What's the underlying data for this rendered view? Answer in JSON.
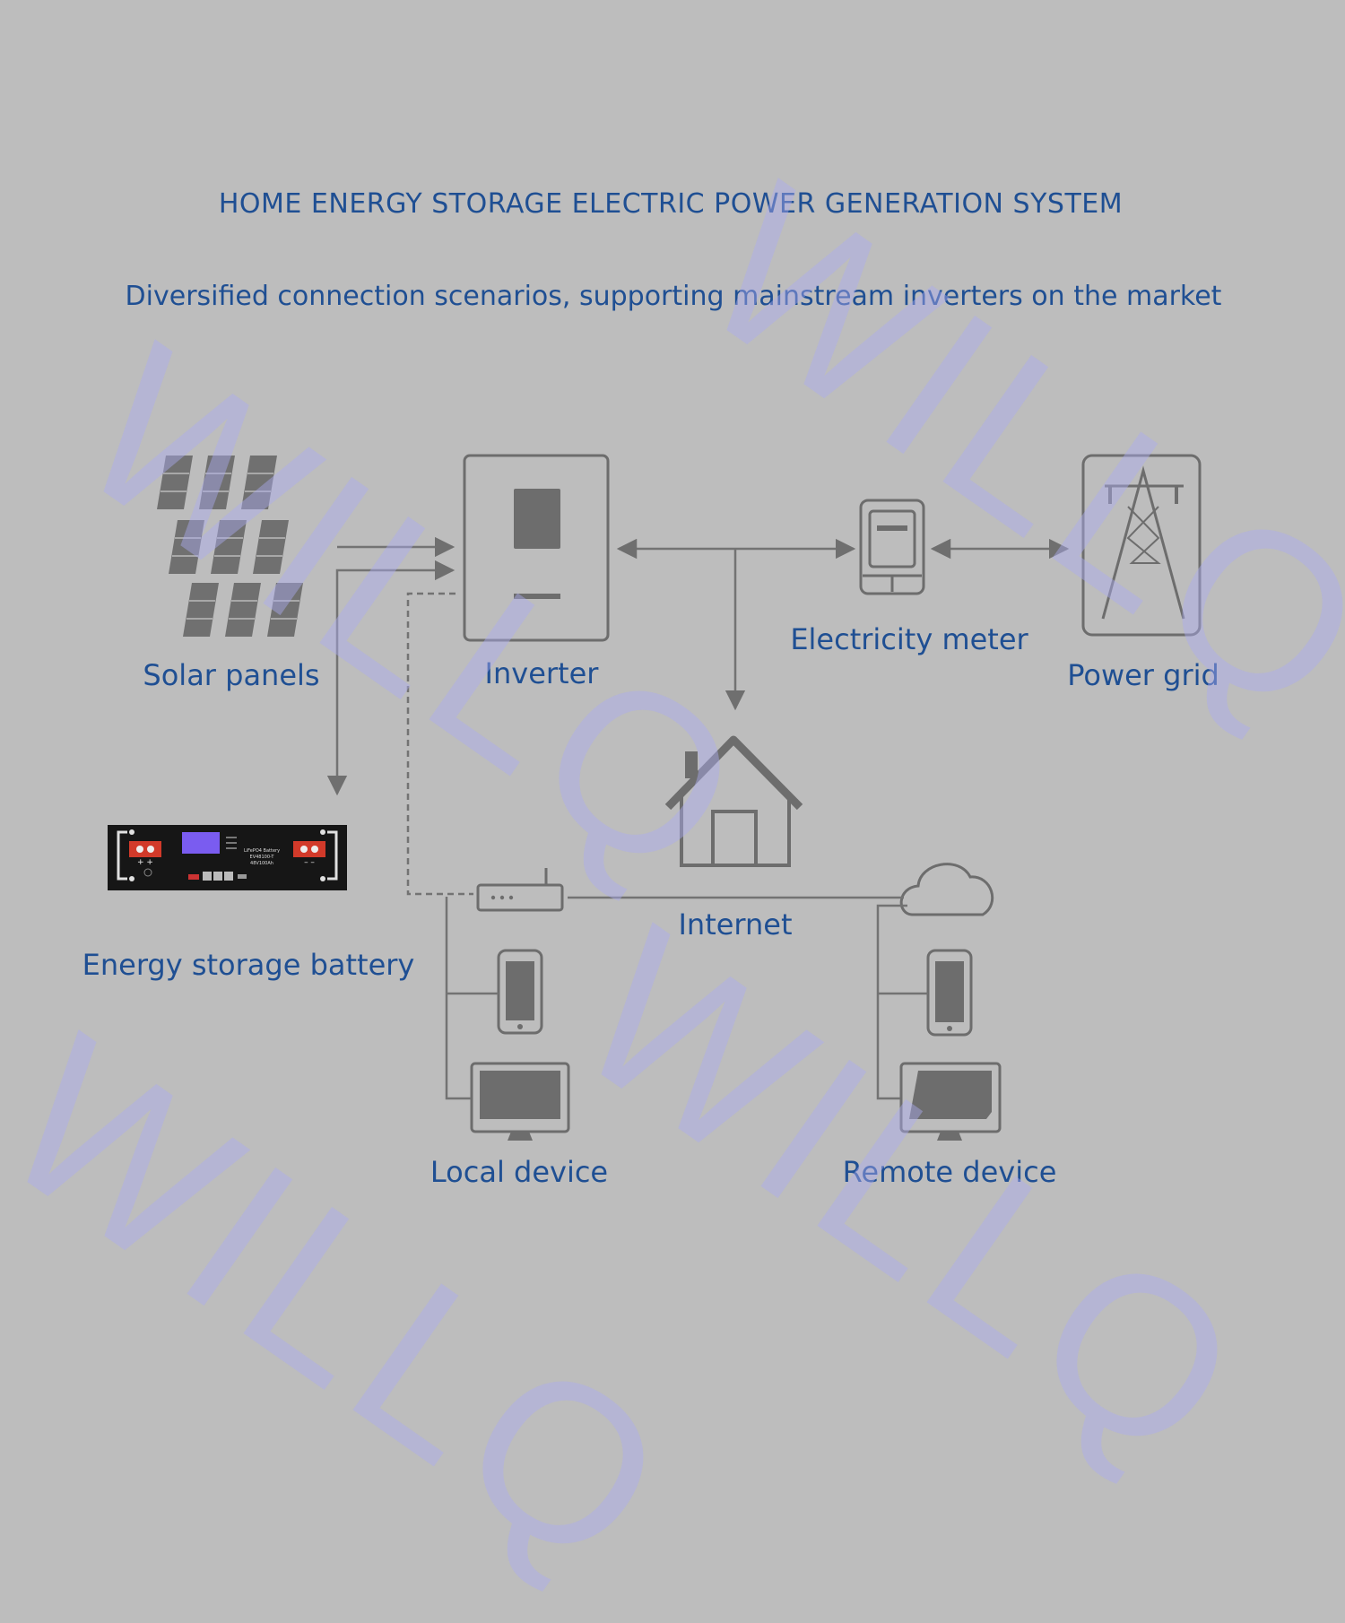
{
  "title": "HOME ENERGY STORAGE ELECTRIC POWER GENERATION SYSTEM",
  "subtitle": "Diversified connection scenarios, supporting mainstream inverters on the market",
  "nodes": {
    "solar": "Solar panels",
    "inverter": "Inverter",
    "meter": "Electricity meter",
    "grid": "Power grid",
    "battery": "Energy storage battery",
    "internet": "Internet",
    "local": "Local device",
    "remote": "Remote device"
  },
  "battery_panel": {
    "model": "LiFePO4 Battery",
    "code": "EV48100-T",
    "rating": "48V100Ah",
    "plus": "+ +",
    "minus": "– –"
  },
  "watermark": "WILLQ",
  "colors": {
    "background": "#bdbdbd",
    "text": "#1f4f93",
    "icon": "#6d6d6d",
    "line": "#737373",
    "watermark": "#aaaaf0"
  }
}
